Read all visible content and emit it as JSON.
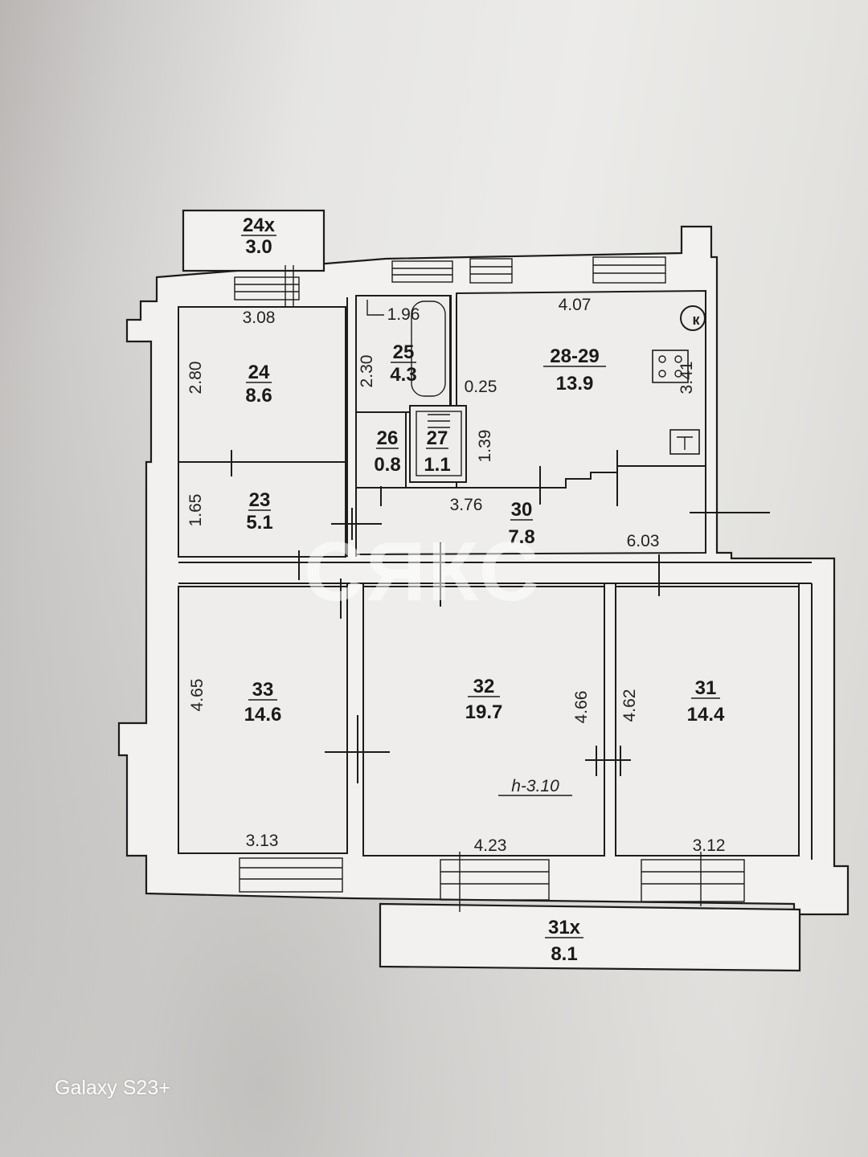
{
  "rooms": {
    "r24x": {
      "number": "24х",
      "area": "3.0"
    },
    "r24": {
      "number": "24",
      "area": "8.6"
    },
    "r25": {
      "number": "25",
      "area": "4.3"
    },
    "r2829": {
      "number": "28-29",
      "area": "13.9"
    },
    "r26": {
      "number": "26",
      "area": "0.8"
    },
    "r27": {
      "number": "27",
      "area": "1.1"
    },
    "r23": {
      "number": "23",
      "area": "5.1"
    },
    "r30": {
      "number": "30",
      "area": "7.8"
    },
    "r33": {
      "number": "33",
      "area": "14.6"
    },
    "r32": {
      "number": "32",
      "area": "19.7"
    },
    "r31": {
      "number": "31",
      "area": "14.4"
    },
    "r31x": {
      "number": "31х",
      "area": "8.1"
    }
  },
  "dimensions": {
    "d308": "3.08",
    "d196": "1.96",
    "d407": "4.07",
    "d280": "2.80",
    "d230": "2.30",
    "d025": "0.25",
    "d341": "3.41",
    "d139": "1.39",
    "d165": "1.65",
    "d376": "3.76",
    "d603": "6.03",
    "d465": "4.65",
    "d466": "4.66",
    "d462": "4.62",
    "d313": "3.13",
    "d423": "4.23",
    "d312": "3.12"
  },
  "ceiling_height": "h-3.10",
  "watermark": "СЯКС",
  "camera_watermark": "Galaxy S23+",
  "icons": [
    "stove-icon",
    "boiler-icon",
    "toilet-icon"
  ]
}
